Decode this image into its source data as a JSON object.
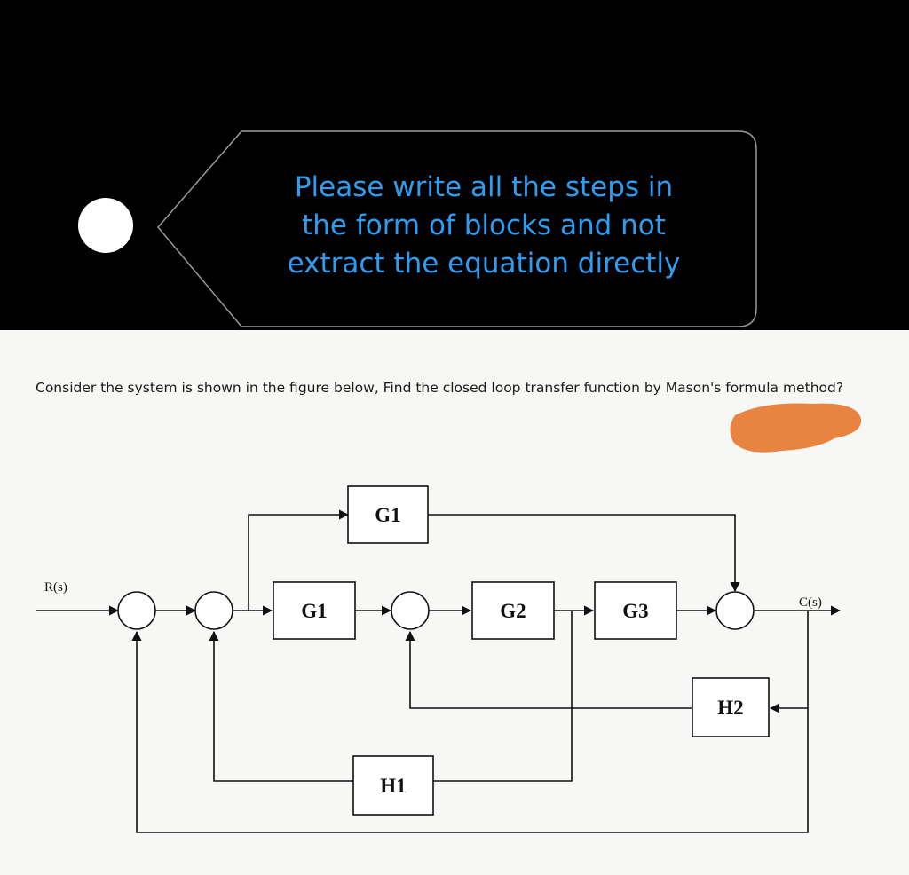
{
  "overlay": {
    "callout_lines": [
      "Please write all the steps in",
      "the form of blocks and not",
      "extract the equation directly"
    ],
    "callout_text_color": "#2e9cf0"
  },
  "question": {
    "text": "Consider the system is shown in the figure below, Find the closed loop transfer function by Mason's formula method?"
  },
  "diagram": {
    "blocks": {
      "g1_top": "G1",
      "g1_main": "G1",
      "g2": "G2",
      "g3": "G3",
      "h2": "H2",
      "h1": "H1"
    },
    "input_label": "R(s)",
    "output_label": "C(s)"
  },
  "colors": {
    "redaction": "#e8843f"
  }
}
